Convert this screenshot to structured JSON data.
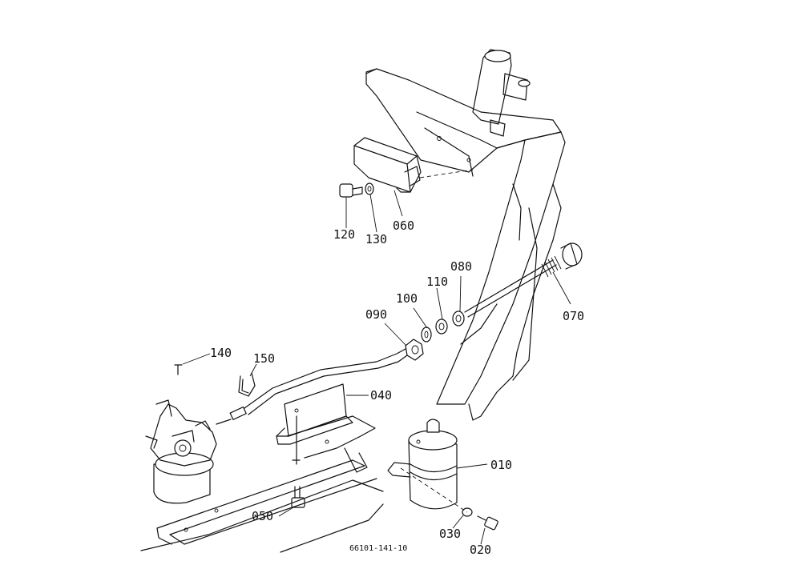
{
  "callouts": {
    "p010": "010",
    "p020": "020",
    "p030": "030",
    "p040": "040",
    "p050": "050",
    "p060": "060",
    "p070": "070",
    "p080": "080",
    "p090": "090",
    "p100": "100",
    "p110": "110",
    "p120": "120",
    "p130": "130",
    "p140": "140",
    "p150": "150"
  },
  "drawing_code": "66101-141-10"
}
